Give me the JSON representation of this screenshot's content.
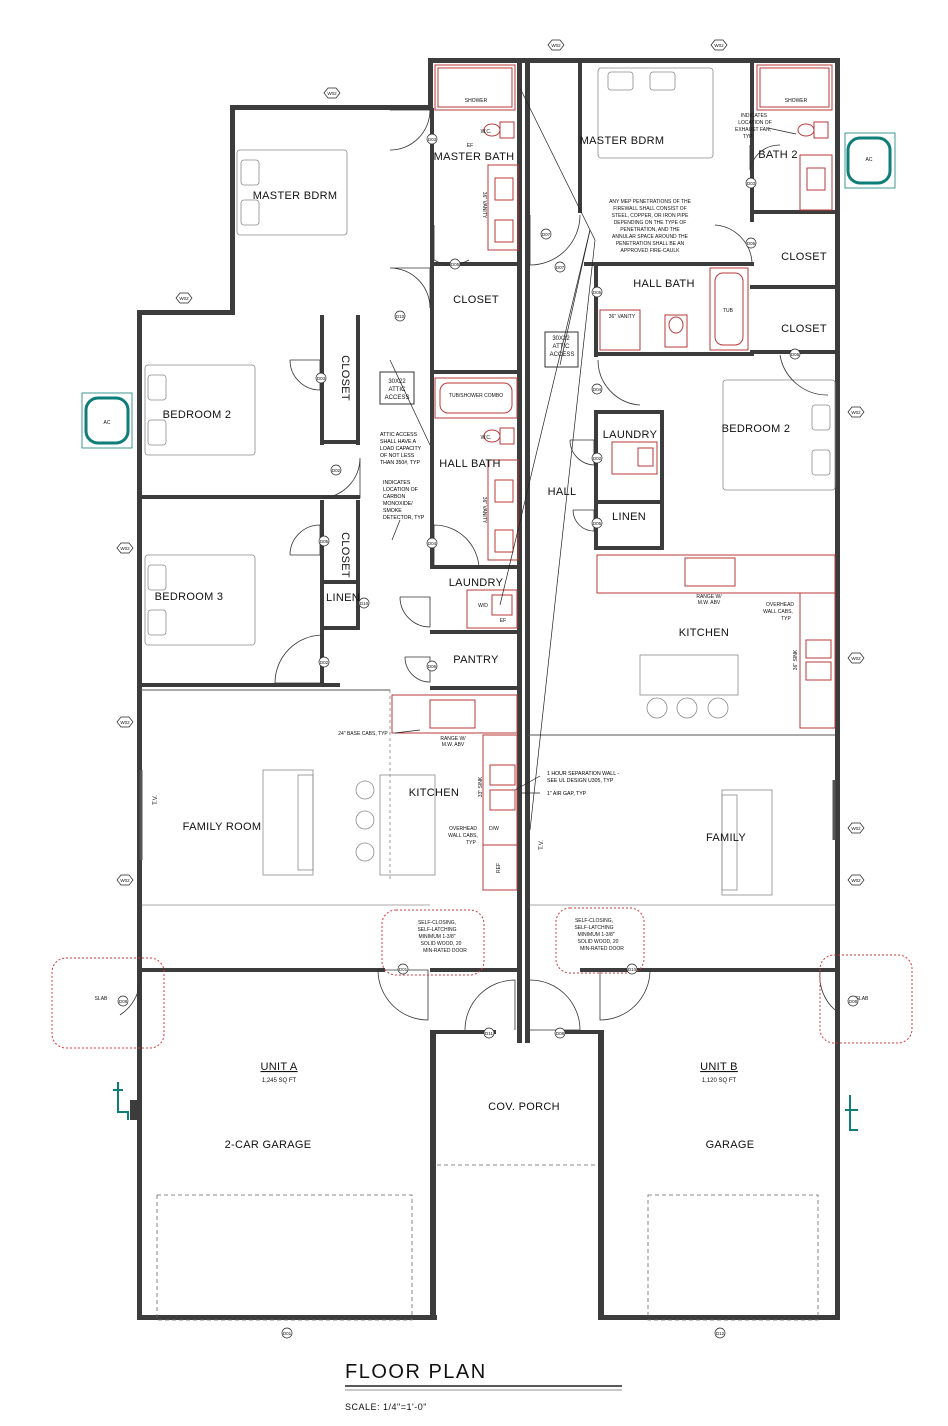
{
  "unit_a": {
    "master_bdrm": "MASTER BDRM",
    "master_bath": "MASTER BATH",
    "closet_master": "CLOSET",
    "bedroom2": "BEDROOM 2",
    "closet_bed2": "CLOSET",
    "bedroom3": "BEDROOM 3",
    "closet_bed3": "CLOSET",
    "linen": "LINEN",
    "hall_bath": "HALL BATH",
    "laundry": "LAUNDRY",
    "pantry": "PANTRY",
    "kitchen": "KITCHEN",
    "family_room": "FAMILY ROOM",
    "garage": "2-CAR GARAGE",
    "unit_label": "UNIT A",
    "unit_area": "1,245 SQ FT",
    "attic_access": [
      "30X22",
      "ATTIC",
      "ACCESS"
    ],
    "shower": "SHOWER",
    "tub_shower": "TUB/SHOWER COMBO",
    "tv": "T.V.",
    "wd": "W/D",
    "ef": "EF",
    "dw": "D/W",
    "ref": "REF",
    "sink": "33\" SINK",
    "vanity": "36\" VANITY",
    "wc": "W.C.",
    "base_cabs": "24\" BASE CABS, TYP",
    "range": [
      "RANGE W/",
      "M.W. ABV"
    ],
    "overhead": [
      "OVERHEAD",
      "WALL CABS,",
      "TYP"
    ],
    "attic_note": [
      "ATTIC ACCESS",
      "SHALL HAVE A",
      "LOAD CAPACITY",
      "OF NOT LESS",
      "THAN 350#, TYP"
    ],
    "co_note": [
      "INDICATES",
      "LOCATION OF",
      "CARBON",
      "MONOXIDE/",
      "SMOKE",
      "DETECTOR, TYP"
    ],
    "door_note": [
      "SELF-CLOSING,",
      "SELF-LATCHING",
      "MINIMUM 1-3/8\"",
      "SOLID WOOD, 20",
      "MIN-RATED DOOR"
    ],
    "ac": "AC",
    "slab": "SLAB"
  },
  "unit_b": {
    "master_bdrm": "MASTER BDRM",
    "bath2": "BATH 2",
    "closet1": "CLOSET",
    "closet2": "CLOSET",
    "hall_bath": "HALL BATH",
    "laundry": "LAUNDRY",
    "linen": "LINEN",
    "bedroom2": "BEDROOM 2",
    "hall": "HALL",
    "kitchen": "KITCHEN",
    "family": "FAMILY",
    "garage": "GARAGE",
    "unit_label": "UNIT B",
    "unit_area": "1,120 SQ FT",
    "attic_access": [
      "30X22",
      "ATTIC",
      "ACCESS"
    ],
    "shower": "SHOWER",
    "tub": "TUB",
    "tv": "T.V.",
    "vanity": "36\" VANITY",
    "range": [
      "RANGE W/",
      "M.W. ABV"
    ],
    "overhead": [
      "OVERHEAD",
      "WALL CABS,",
      "TYP"
    ],
    "sink": "36\" SINK",
    "fan_note": [
      "INDICATES",
      "LOCATION OF",
      "EXHAUST FAN,",
      "TYP."
    ],
    "door_note": [
      "SELF-CLOSING,",
      "SELF-LATCHING",
      "MINIMUM 1-3/8\"",
      "SOLID WOOD, 20",
      "MIN-RATED DOOR"
    ],
    "ac": "AC",
    "slab": "SLAB"
  },
  "shared": {
    "porch": "COV. PORCH",
    "firewall_note": [
      "ANY MEP PENETRATIONS OF THE",
      "FIREWALL SHALL CONSIST OF",
      "STEEL, COPPER, OR IRON PIPE",
      "DEPENDING ON THE TYPE OF",
      "PENETRATION, AND THE",
      "ANNULAR SPACE AROUND THE",
      "PENETRATION SHALL BE AN",
      "APPROVED FIRE-CAULK"
    ],
    "separation_note": [
      "1 HOUR SEPARATION WALL -",
      "SEE UL DESIGN U305, TYP"
    ],
    "air_gap": "1\" AIR GAP, TYP"
  },
  "tags": {
    "window": "W02",
    "doors_a": [
      "D03",
      "D05",
      "D10",
      "D03",
      "D02",
      "D04",
      "D05",
      "D10",
      "D02",
      "D06",
      "D01",
      "D08",
      "D11"
    ],
    "doors_b": [
      "D03",
      "D05",
      "D07",
      "D05",
      "D04",
      "D02",
      "D05",
      "D05",
      "D10",
      "D08",
      "D12"
    ]
  },
  "title": {
    "heading": "FLOOR PLAN",
    "scale": "SCALE: 1/4\"=1'-0\""
  }
}
